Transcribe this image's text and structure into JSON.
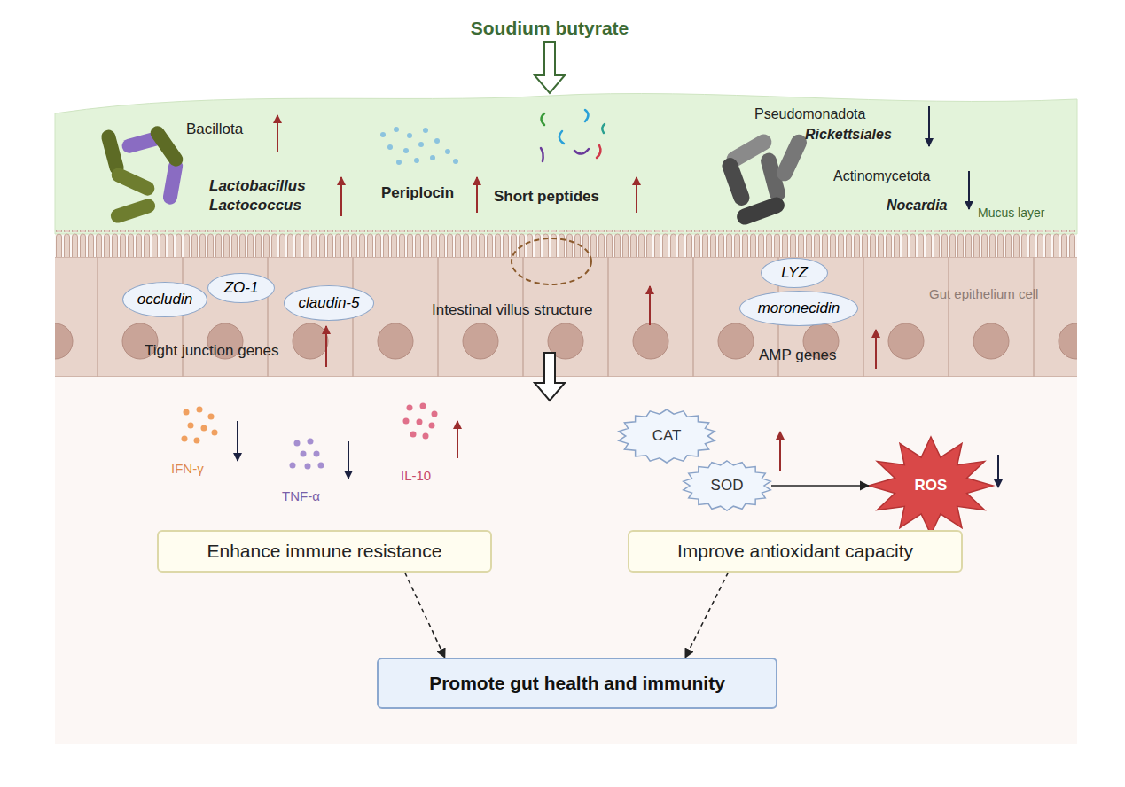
{
  "diagram": {
    "title": "Soudium butyrate",
    "nodes": [
      {
        "text": [
          "Mucus layer"
        ]
      },
      {
        "text": [
          "Gut epithelium cell"
        ]
      },
      {
        "text": [
          "occludin"
        ],
        "in": 1
      },
      {
        "text": [
          "ZO-1"
        ],
        "in": 1
      },
      {
        "text": [
          "claudin-5"
        ],
        "in": 1
      },
      {
        "text": [
          "LYZ"
        ],
        "in": 1
      },
      {
        "text": [
          "moronecidin"
        ],
        "in": 1
      },
      {
        "text": [
          "CAT"
        ]
      },
      {
        "text": [
          "SOD"
        ]
      },
      {
        "text": [
          "ROS"
        ]
      },
      {
        "text": [
          "Enhance immune resistance"
        ]
      },
      {
        "text": [
          "Improve antioxidant capacity"
        ]
      },
      {
        "text": [
          "Promote gut health and immunity"
        ]
      }
    ],
    "edges": [
      {
        "from": 8,
        "to": 9,
        "arrow": "to"
      },
      {
        "from": 10,
        "to": 12,
        "arrow": "to"
      },
      {
        "from": 11,
        "to": 12,
        "arrow": "to"
      }
    ],
    "labels": [
      "Bacillota",
      "Lactobacillus",
      "Lactococcus",
      "Periplocin",
      "Short peptides",
      "Pseudomonadota",
      "Rickettsiales",
      "Actinomycetota",
      "Nocardia",
      "Tight junction genes",
      "Intestinal villus structure",
      "AMP genes",
      "IFN-γ",
      "TNF-α",
      "IL-10"
    ]
  }
}
